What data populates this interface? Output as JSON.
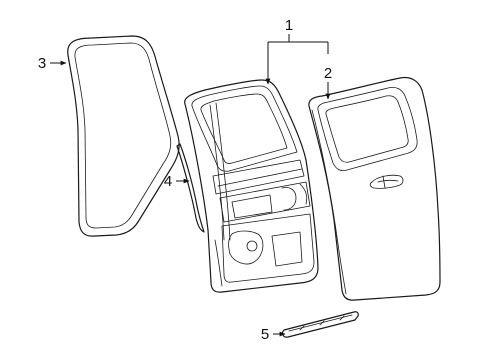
{
  "diagram": {
    "callouts": [
      {
        "id": "1",
        "label": "1"
      },
      {
        "id": "2",
        "label": "2"
      },
      {
        "id": "3",
        "label": "3"
      },
      {
        "id": "4",
        "label": "4"
      },
      {
        "id": "5",
        "label": "5"
      }
    ],
    "parts": [
      {
        "callout": "3",
        "icon": "door-weatherstrip-seal"
      },
      {
        "callout": "4",
        "icon": "door-edge-seal-strip"
      },
      {
        "callout": "1",
        "icon": "door-inner-frame-assembly"
      },
      {
        "callout": "2",
        "icon": "door-outer-shell-panel"
      },
      {
        "callout": "5",
        "icon": "door-lower-molding-strip"
      }
    ],
    "colors": {
      "line": "#1a1a1a",
      "background": "#ffffff"
    }
  }
}
